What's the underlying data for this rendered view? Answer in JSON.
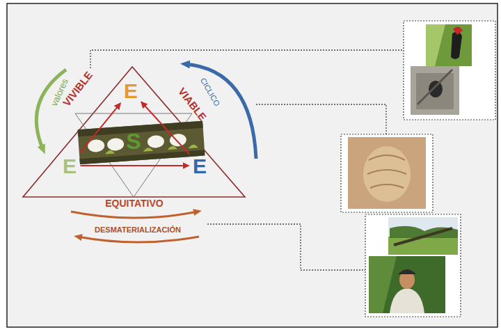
{
  "diagram": {
    "nodes": [
      {
        "text": [
          "E"
        ]
      },
      {
        "text": [
          "E"
        ]
      },
      {
        "text": [
          "E"
        ]
      },
      {
        "text": [
          "S"
        ]
      }
    ],
    "edges": [
      {
        "from": 1,
        "to": 0,
        "arrow": "to"
      },
      {
        "from": 2,
        "to": 0,
        "arrow": "to"
      },
      {
        "from": 1,
        "to": 2,
        "arrow": "to"
      }
    ],
    "labels": [
      "valores",
      "VIVIBLE",
      "CICLICO",
      "VIABLE",
      "EQUITATIVO",
      "DESMATERIALIZACIÓN"
    ]
  }
}
